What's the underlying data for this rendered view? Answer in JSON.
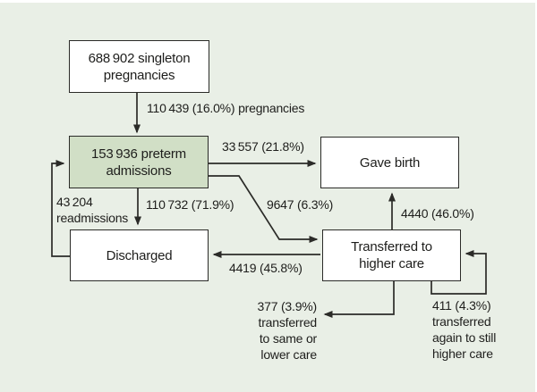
{
  "fc": {
    "boxes": {
      "singleton": {
        "line1": "688 902 singleton",
        "line2": "pregnancies"
      },
      "preterm": {
        "line1": "153 936 preterm",
        "line2": "admissions"
      },
      "gave_birth": {
        "line1": "Gave birth"
      },
      "discharged": {
        "line1": "Discharged"
      },
      "transferred": {
        "line1": "Transferred to",
        "line2": "higher care"
      }
    },
    "labels": {
      "admitted": "110 439 (16.0%) pregnancies",
      "gave_birth_flow": "33 557 (21.8%)",
      "discharged_flow": "110 732 (71.9%)",
      "readmissions_line1": "43 204",
      "readmissions_line2": "readmissions",
      "transfer_flow": "9647 (6.3%)",
      "transfer_gave_birth": "4440 (46.0%)",
      "transfer_discharged": "4419 (45.8%)",
      "lower_care": [
        "377 (3.9%)",
        "transferred",
        "to same or",
        "lower care"
      ],
      "higher_again": [
        "411 (4.3%)",
        "transferred",
        "again to still",
        "higher care"
      ]
    },
    "colors": {
      "background": "#e9efe6",
      "box_fill": "#ffffff",
      "preterm_fill": "#d1dfc6",
      "line": "#2b2b28",
      "text": "#1e1e1c"
    }
  }
}
